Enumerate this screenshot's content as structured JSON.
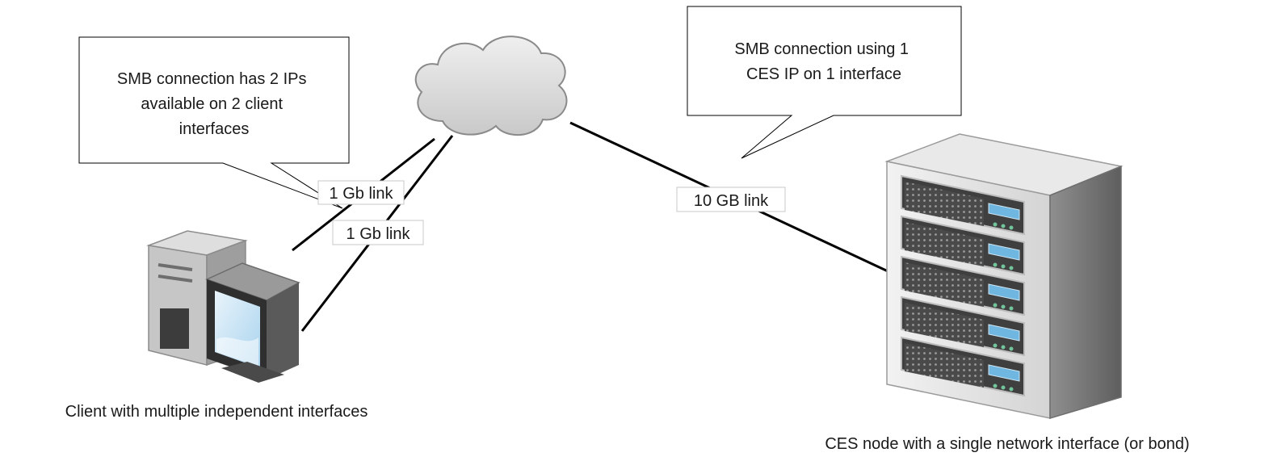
{
  "callouts": {
    "client": [
      "SMB connection has 2 IPs",
      "available on 2 client",
      "interfaces"
    ],
    "server": [
      "SMB connection using 1",
      "CES IP on 1 interface"
    ]
  },
  "links": {
    "client_upper": "1 Gb link",
    "client_lower": "1 Gb link",
    "server": "10 GB link"
  },
  "captions": {
    "client": "Client with multiple independent interfaces",
    "server": "CES node with a single network interface (or bond)"
  },
  "icons": {
    "cloud": "cloud-icon",
    "client": "desktop-computer-icon",
    "server": "server-rack-icon"
  },
  "colors": {
    "line": "#000000",
    "cloud_fill": "#d9d9d9",
    "cloud_stroke": "#8a8a8a",
    "server_dark": "#3b3b3b",
    "server_mid": "#a9a9a9",
    "server_light": "#e6e6e6",
    "led_blue": "#6fb6e0",
    "led_green": "#72c49a"
  }
}
